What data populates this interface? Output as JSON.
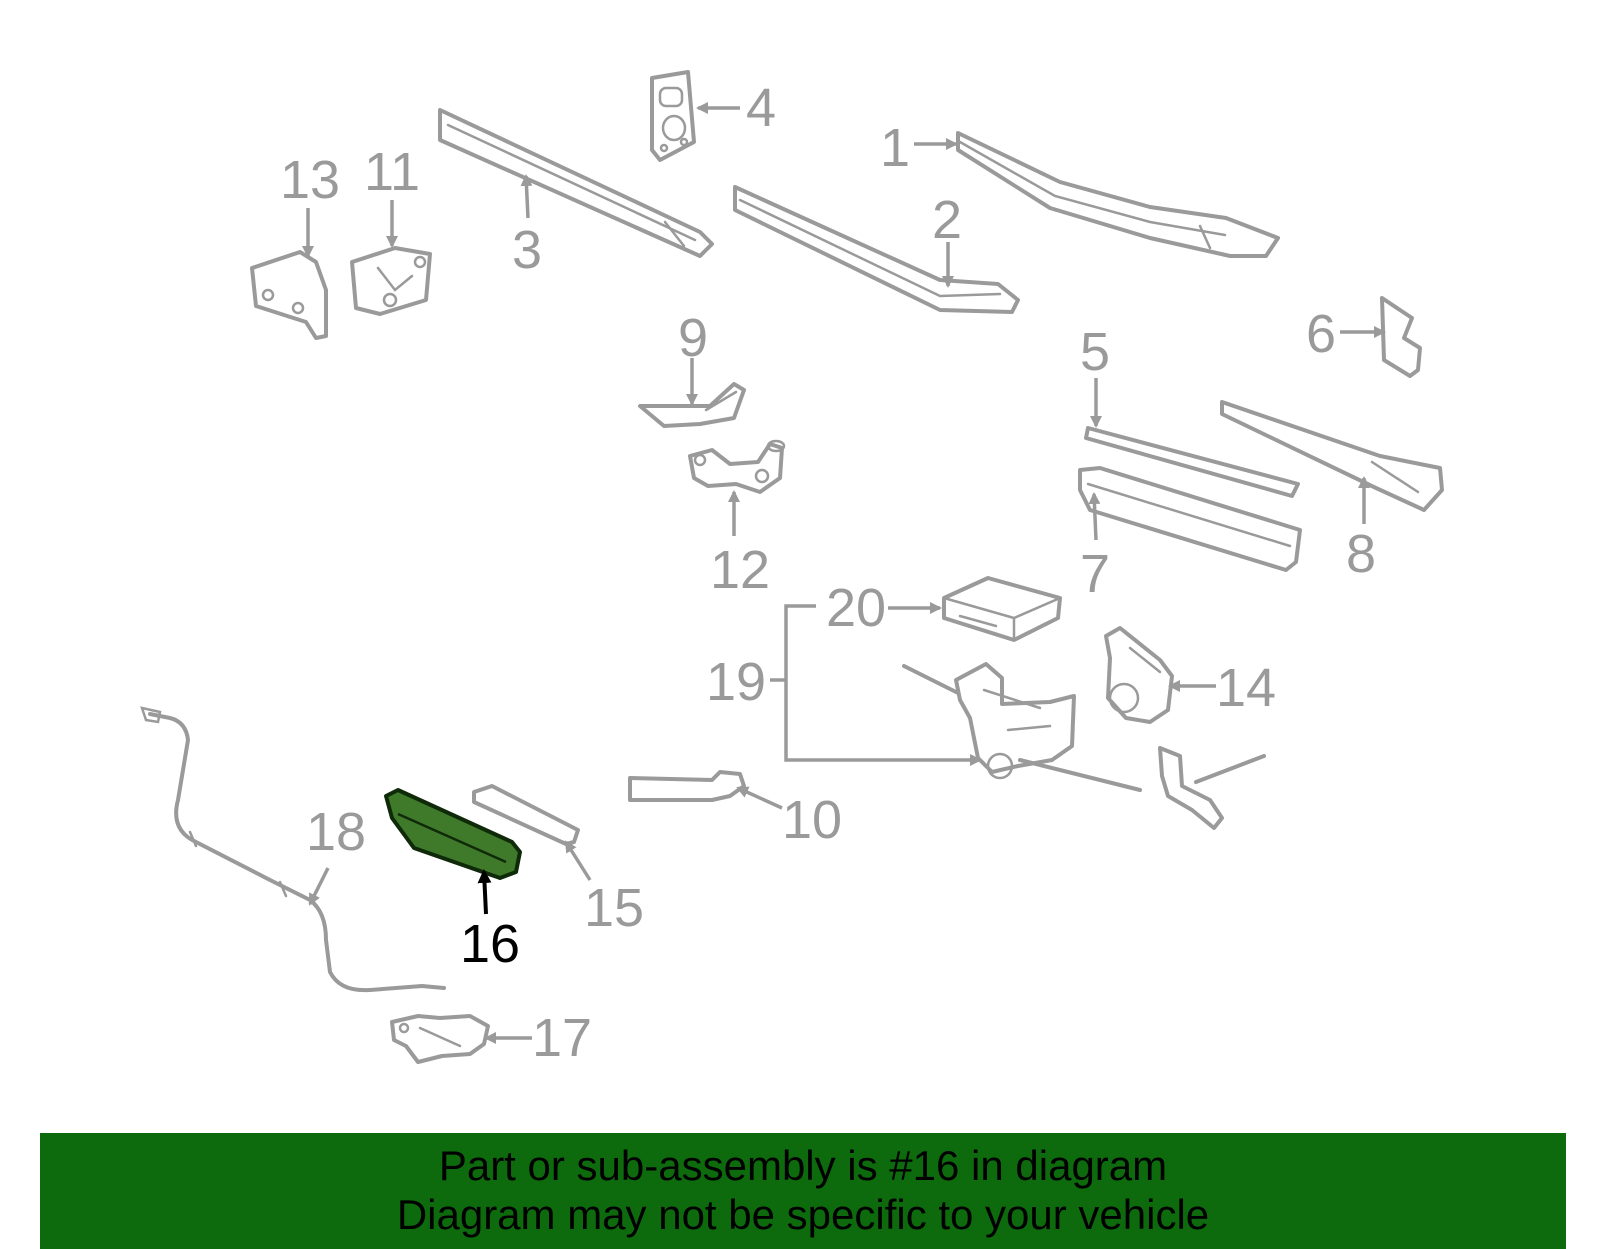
{
  "callouts": {
    "c1": "1",
    "c2": "2",
    "c3": "3",
    "c4": "4",
    "c5": "5",
    "c6": "6",
    "c7": "7",
    "c8": "8",
    "c9": "9",
    "c10": "10",
    "c11": "11",
    "c12": "12",
    "c13": "13",
    "c14": "14",
    "c15": "15",
    "c16": "16",
    "c17": "17",
    "c18": "18",
    "c19": "19",
    "c20": "20"
  },
  "highlight": {
    "part_number": "16",
    "color": "#3f7a2a"
  },
  "banner": {
    "line1": "Part or sub-assembly is #16 in diagram",
    "line2": "Diagram may not be specific to your vehicle",
    "background": "#0d6b0d"
  }
}
